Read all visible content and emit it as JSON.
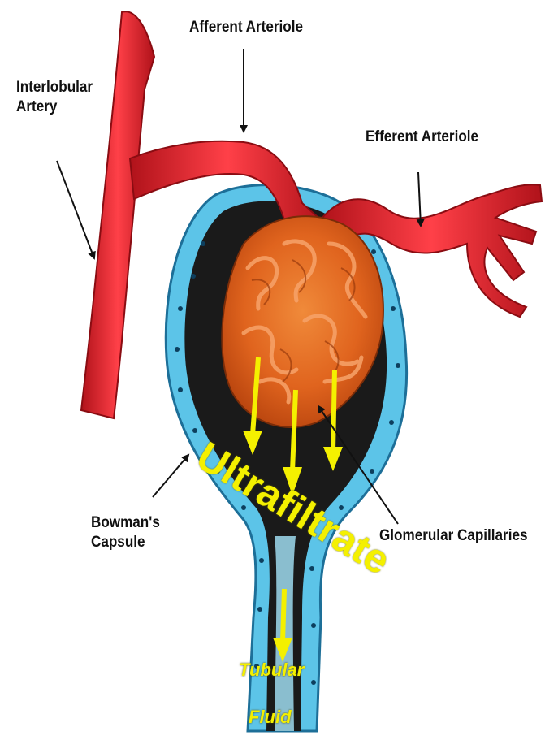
{
  "labels": {
    "interlobular_artery": "Interlobular\nArtery",
    "afferent_arteriole": "Afferent Arteriole",
    "efferent_arteriole": "Efferent Arteriole",
    "bowmans_capsule": "Bowman's\nCapsule",
    "glomerular_capillaries": "Glomerular Capillaries",
    "ultrafiltrate": "Ultrafiltrate",
    "tubular": "Tubular",
    "fluid": "Fluid"
  },
  "colors": {
    "artery_red": "#d81b22",
    "capsule_blue": "#5cc4e8",
    "capillary_orange": "#e0641e",
    "ultrafiltrate_yellow": "#f4f000",
    "label_text": "#111111"
  }
}
